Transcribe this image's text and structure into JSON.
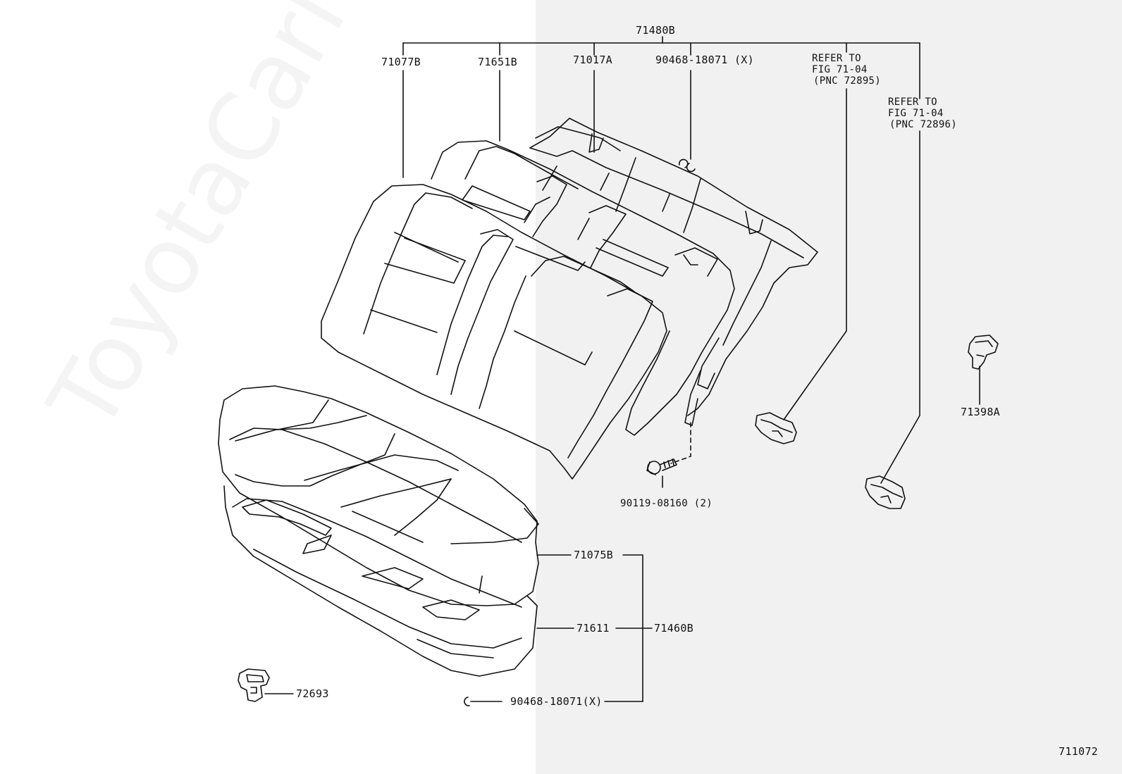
{
  "watermark": "ToyotaCarMine.ru",
  "labels": {
    "assembly_top": "71480B",
    "part_71077b": "71077B",
    "part_71651b": "71651B",
    "part_71017a": "71017A",
    "clip_top": "90468-18071 (X)",
    "refer_1_line1": "REFER TO",
    "refer_1_line2": "FIG 71-04",
    "refer_1_line3": "(PNC 72895)",
    "refer_2_line1": "REFER TO",
    "refer_2_line2": "FIG 71-04",
    "refer_2_line3": "(PNC 72896)",
    "part_71398a": "71398A",
    "bolt": "90119-08160 (2)",
    "part_71075b": "71075B",
    "part_71611": "71611",
    "assembly_cushion": "71460B",
    "part_72693": "72693",
    "clip_bottom": "90468-18071(X)",
    "figure_no": "711072"
  },
  "colors": {
    "line": "#111111",
    "panel_right": "#f1f1f1",
    "panel_left": "#ffffff"
  }
}
